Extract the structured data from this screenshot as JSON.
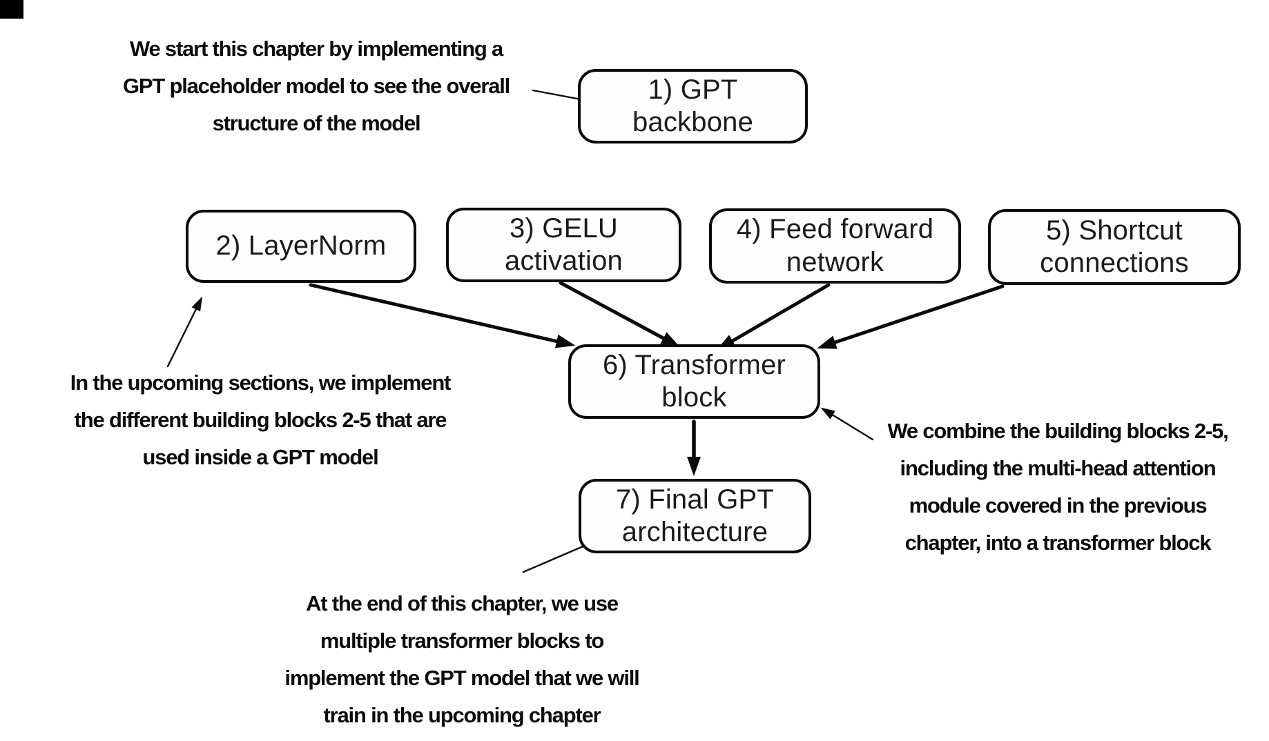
{
  "diagram_title": "GPT architecture build-up flow",
  "colors": {
    "background": "#ffffff",
    "ink": "#0a0a0a",
    "box_fill": "#fefefe"
  },
  "boxes": [
    {
      "id": "gpt-backbone",
      "lines": [
        "1) GPT",
        "backbone"
      ]
    },
    {
      "id": "layernorm",
      "lines": [
        "2) LayerNorm"
      ]
    },
    {
      "id": "gelu-activation",
      "lines": [
        "3) GELU",
        "activation"
      ]
    },
    {
      "id": "feed-forward-network",
      "lines": [
        "4) Feed forward",
        "network"
      ]
    },
    {
      "id": "shortcut-connections",
      "lines": [
        "5) Shortcut",
        "connections"
      ]
    },
    {
      "id": "transformer-block",
      "lines": [
        "6) Transformer",
        "block"
      ]
    },
    {
      "id": "final-gpt-architecture",
      "lines": [
        "7) Final GPT",
        "architecture"
      ]
    }
  ],
  "annotations": [
    {
      "id": "top-left",
      "lines": [
        "We start this chapter by implementing a",
        "GPT placeholder model to see the overall",
        "structure of the model"
      ]
    },
    {
      "id": "left-middle",
      "lines": [
        "In the upcoming sections, we implement",
        "the different building blocks 2-5 that are",
        "used inside a GPT model"
      ]
    },
    {
      "id": "right",
      "lines": [
        "We combine the building blocks 2-5,",
        "including the multi-head attention",
        "module covered in the previous",
        "chapter, into a transformer block"
      ]
    },
    {
      "id": "bottom",
      "lines": [
        "At the end of this chapter, we use",
        "multiple transformer blocks to",
        "implement the GPT model that we will",
        "train in the upcoming chapter"
      ]
    }
  ]
}
